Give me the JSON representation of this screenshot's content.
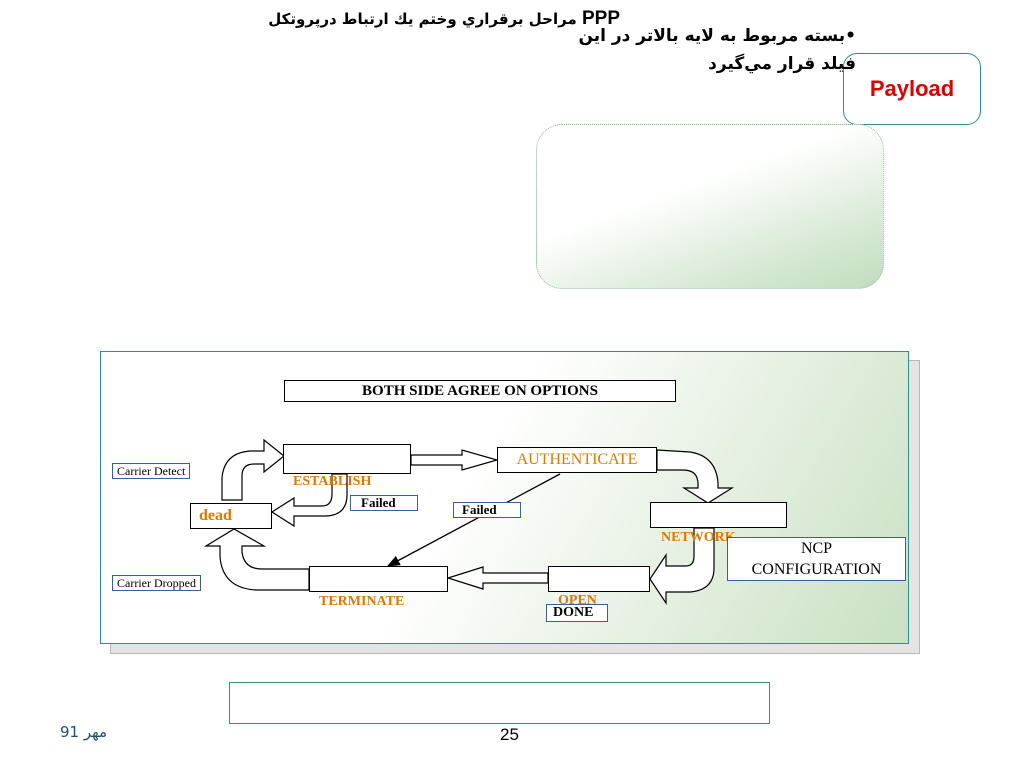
{
  "slide": {
    "title": "Payload",
    "description_lines": [
      "•بسته مربوط به لايه بالاتر در اين",
      "فيلد قرار مي‌گيرد"
    ],
    "caption_main": "مراحل برقراري وختم يك ارتباط درپروتكل",
    "caption_ppp": "PPP",
    "footer_date": "مهر 91",
    "page_number": "25"
  },
  "diagram": {
    "header_label": "BOTH SIDE AGREE ON OPTIONS",
    "states": {
      "establish": "ESTABLISH",
      "authenticate": "AUTHENTICATE",
      "network": "NETWORK",
      "open": "OPEN",
      "terminate": "TERMINATE",
      "dead": "dead"
    },
    "events": {
      "carrier_detect": "Carrier Detect",
      "carrier_dropped": "Carrier Dropped",
      "failed_establish": "Failed",
      "failed_authenticate": "Failed",
      "done": "DONE",
      "ncp_line1": "NCP",
      "ncp_line2": "CONFIGURATION"
    }
  },
  "colors": {
    "title_red": "#e00000",
    "state_orange": "#e07800",
    "border_teal": "#2f8f8a"
  }
}
